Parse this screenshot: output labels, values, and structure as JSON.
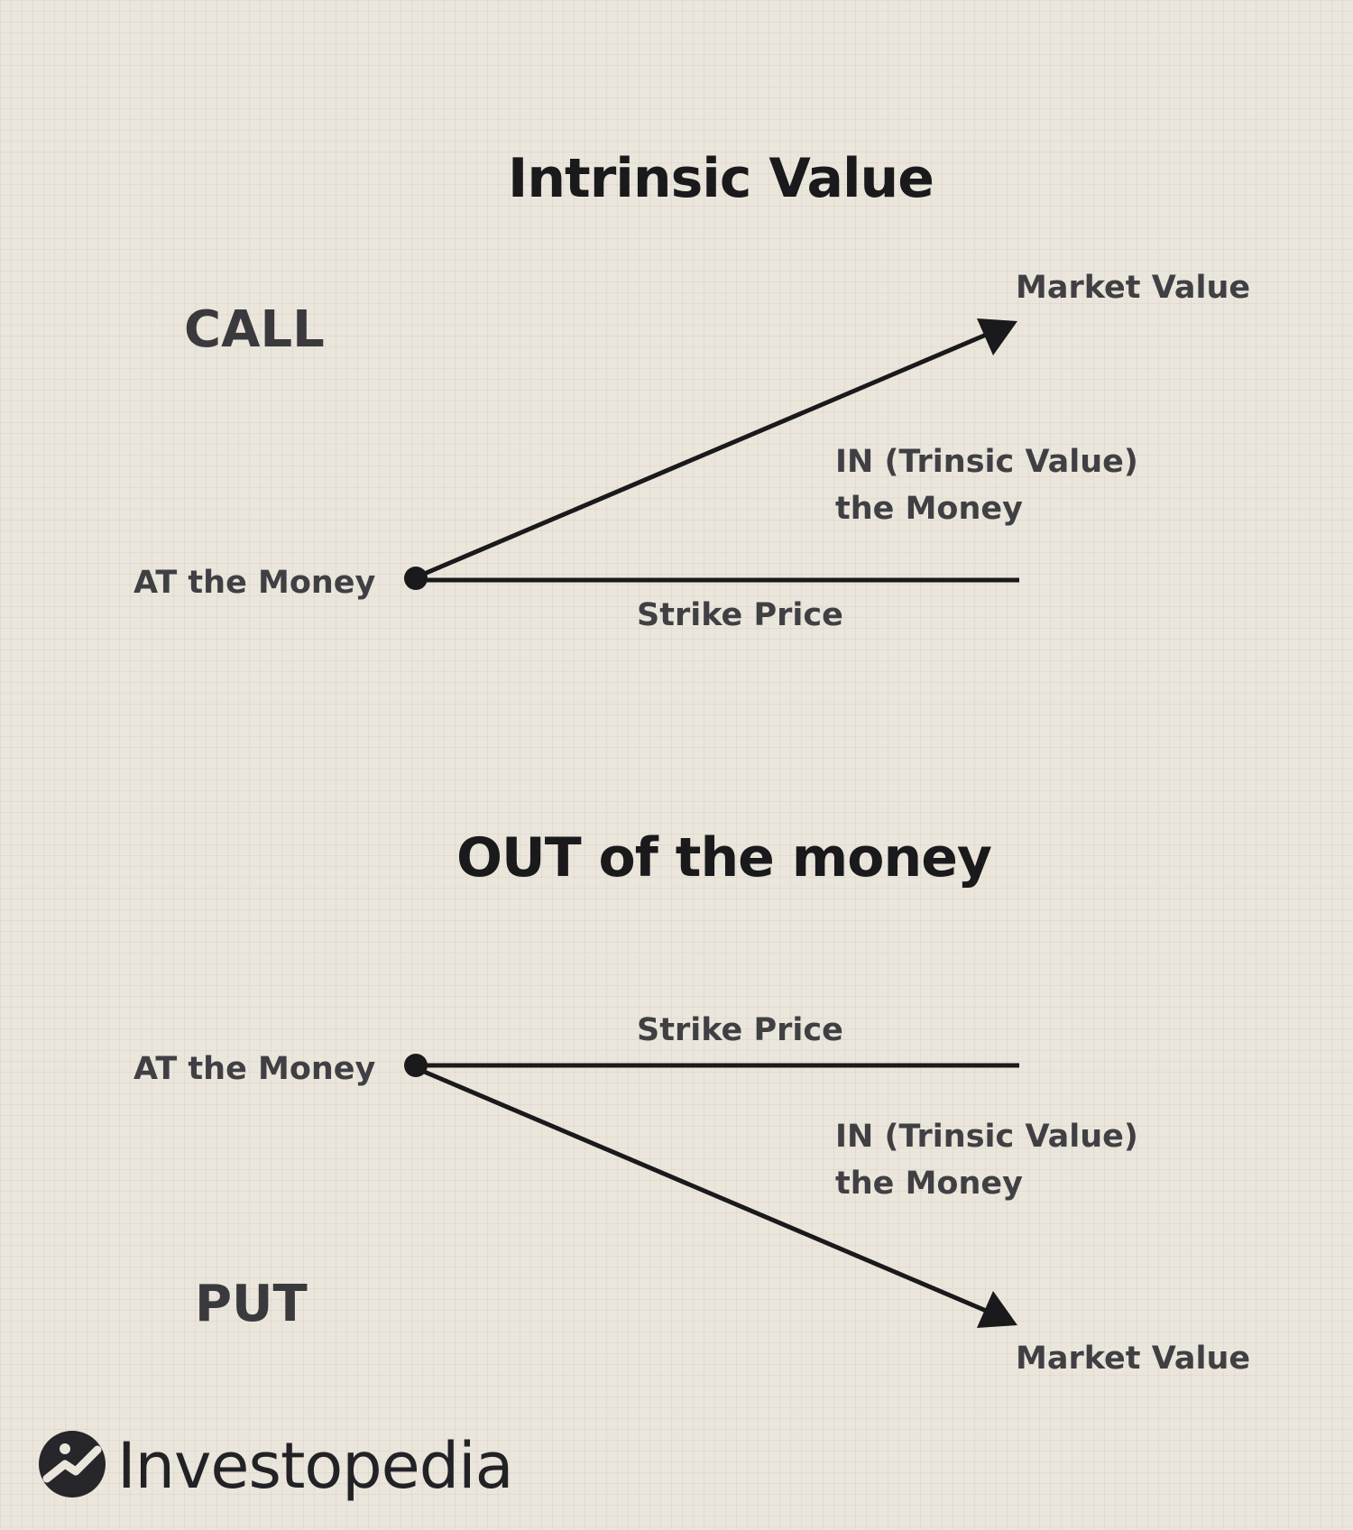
{
  "diagram": {
    "title": "Intrinsic Value",
    "call": {
      "side_label": "CALL",
      "at_label": "AT the Money",
      "strike_label": "Strike Price",
      "in_label": "IN (Trinsic Value)\nthe Money",
      "market_label": "Market Value"
    },
    "out_title": "OUT of the money",
    "put": {
      "side_label": "PUT",
      "at_label": "AT the Money",
      "strike_label": "Strike Price",
      "in_label": "IN (Trinsic Value)\nthe Money",
      "market_label": "Market Value"
    }
  },
  "brand": {
    "name": "Investopedia",
    "logo_icon": "investopedia-logo-icon"
  },
  "colors": {
    "background": "#ebe6dc",
    "line": "#1a1a1c",
    "text": "#3a3a3e"
  }
}
